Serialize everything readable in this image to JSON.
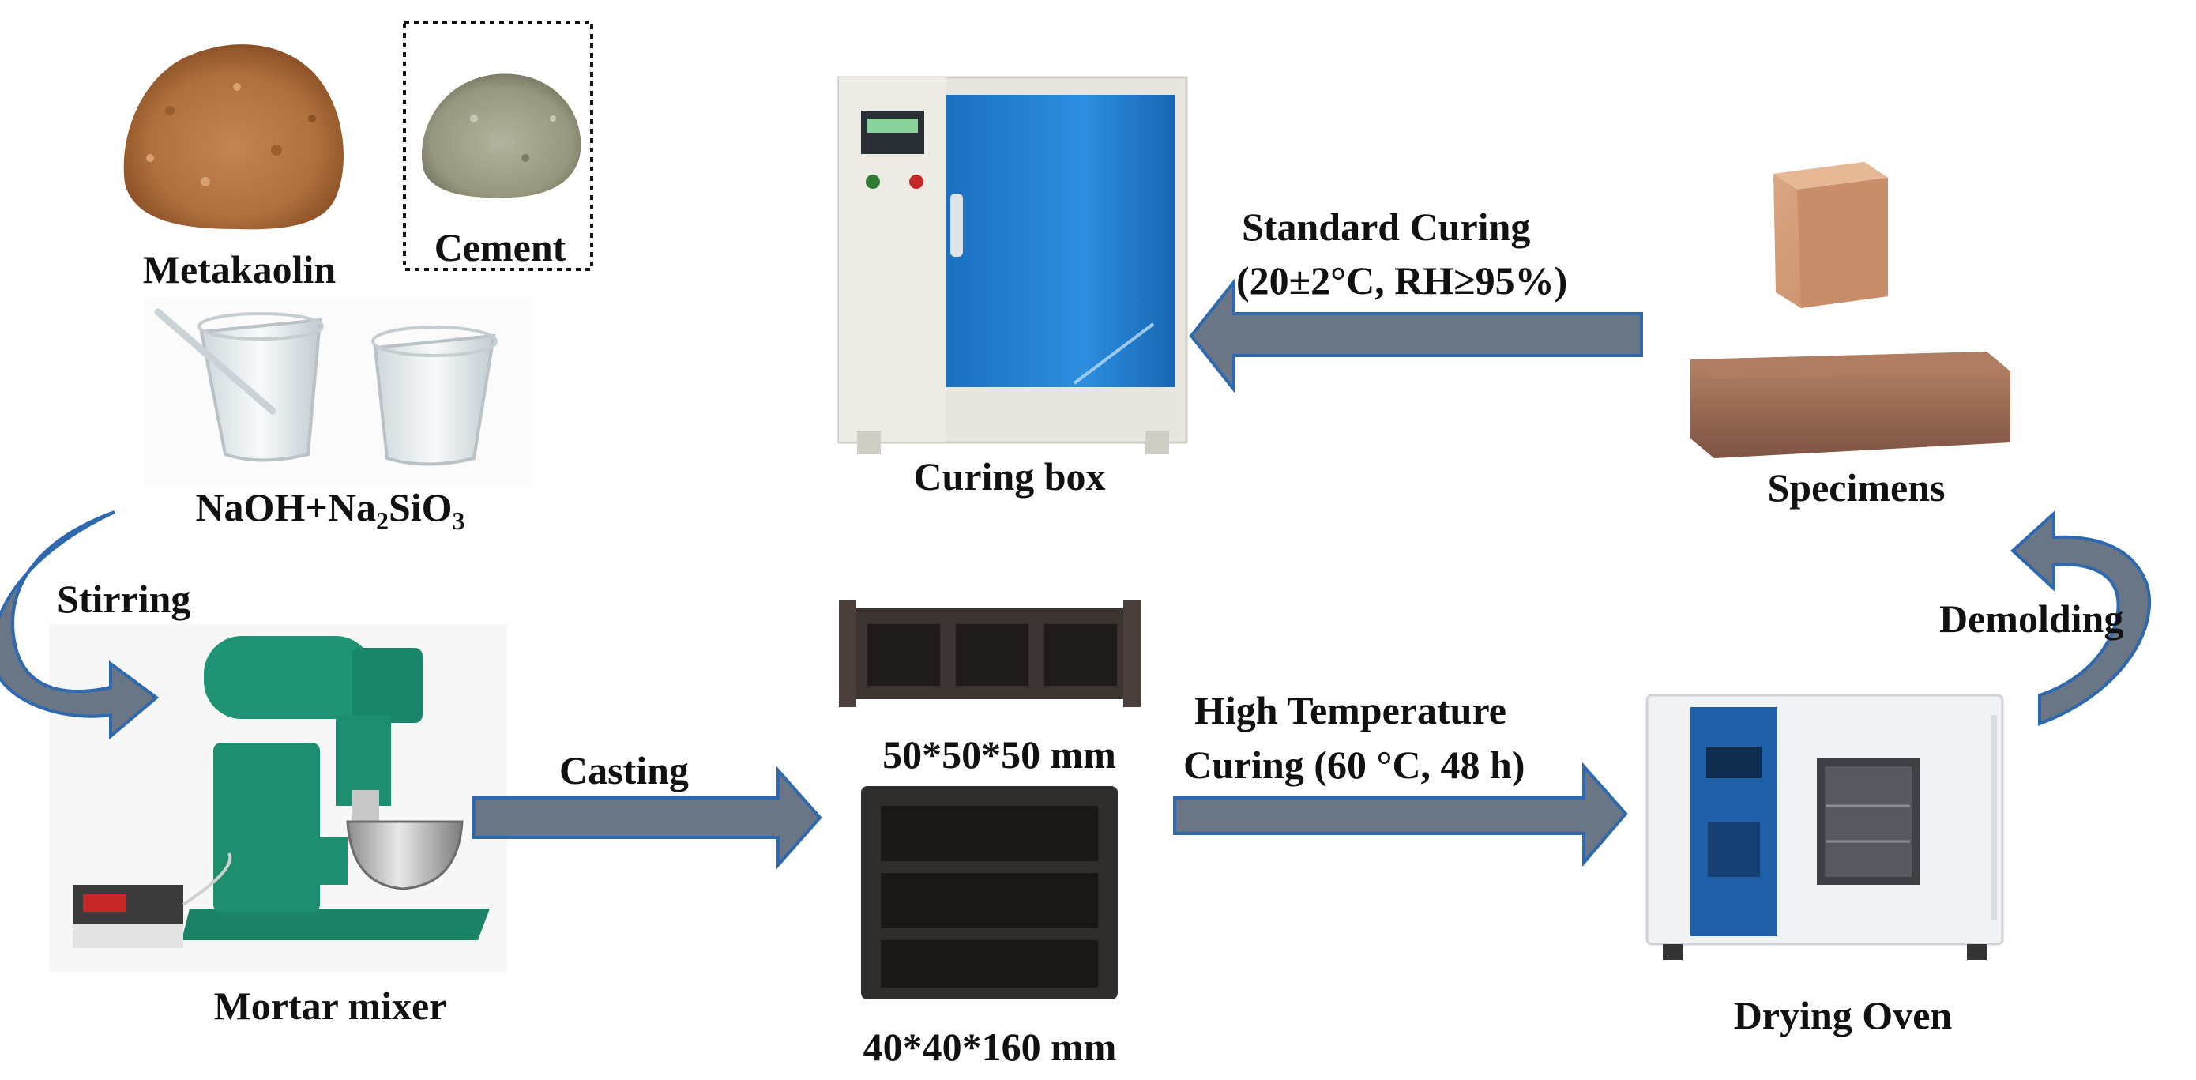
{
  "labels": {
    "metakaolin": "Metakaolin",
    "cement": "Cement",
    "alkali_main": "NaOH+Na",
    "alkali_sub1": "2",
    "alkali_mid": "SiO",
    "alkali_sub2": "3",
    "stirring": "Stirring",
    "mortar_mixer": "Mortar mixer",
    "casting": "Casting",
    "mold_small": "50*50*50 mm",
    "mold_large": "40*40*160 mm",
    "high_temp_line1": "High Temperature",
    "high_temp_line2": "Curing (60 °C, 48 h)",
    "drying_oven": "Drying Oven",
    "demolding": "Demolding",
    "specimens": "Specimens",
    "standard_line1": "Standard  Curing",
    "standard_line2": "(20±2°C, RH≥95%)",
    "curing_box": "Curing box"
  },
  "colors": {
    "arrow_fill": "#6a7585",
    "arrow_stroke": "#2e69b0",
    "metakaolin": "#b87a47",
    "cement": "#a0a18e",
    "cabinet_blue": "#1f7fd4",
    "cabinet_body": "#e6e4dc",
    "mixer_green": "#1d8f6f",
    "mold_dark": "#3a3836",
    "specimen": "#d39a78",
    "oven_white": "#f1f2f4"
  },
  "icons": {
    "metakaolin": "powder-pile-icon",
    "cement": "powder-pile-icon",
    "beakers": "beaker-icon",
    "mixer": "mortar-mixer-icon",
    "molds": "mold-icon",
    "oven": "drying-oven-icon",
    "specimens": "specimen-block-icon",
    "curing_box": "curing-cabinet-icon"
  }
}
